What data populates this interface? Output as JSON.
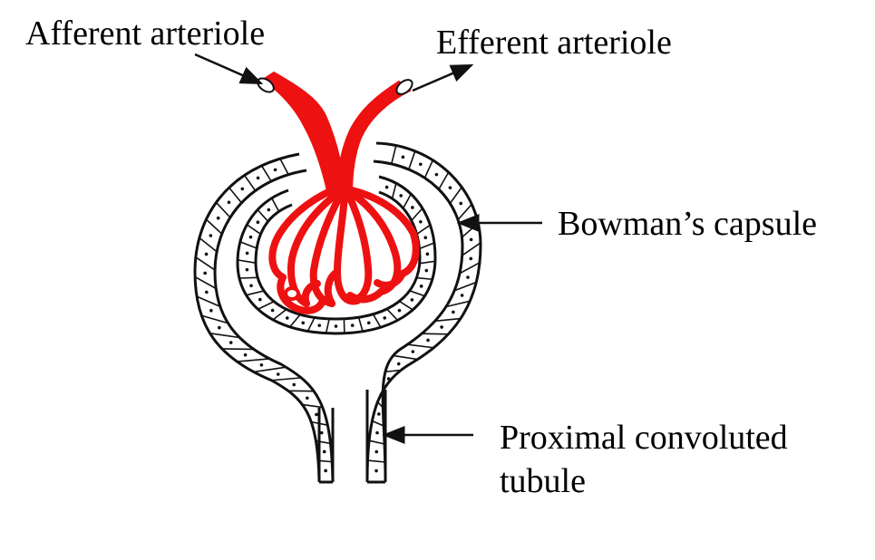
{
  "labels": {
    "afferent": "Afferent arteriole",
    "efferent": "Efferent arteriole",
    "bowman": "Bowman’s capsule",
    "pct_line1": "Proximal convoluted",
    "pct_line2": "tubule"
  },
  "colors": {
    "vessel": "#ee1111",
    "outline": "#111111",
    "background": "#ffffff"
  }
}
